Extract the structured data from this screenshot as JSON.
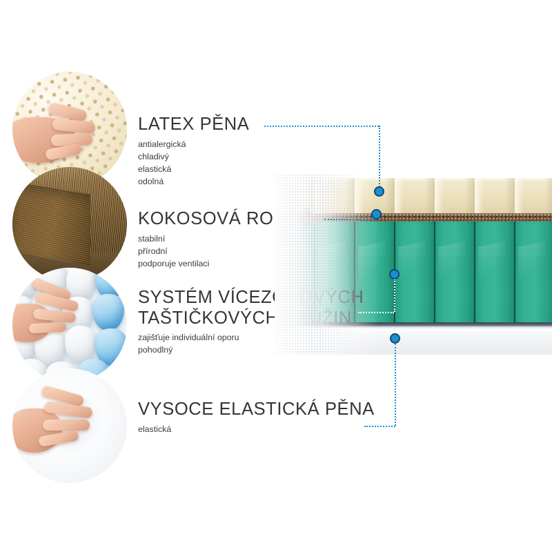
{
  "page": {
    "language": "cs",
    "background": "#ffffff",
    "accent_color": "#1a8fd1",
    "accent_ring_color": "#14497a"
  },
  "features": [
    {
      "id": "latex-pena",
      "title": "LATEX PĚNA",
      "bullets": [
        "antialergická",
        "chladivý",
        "elastická",
        "odolná"
      ],
      "photo_name": "latex-foam-photo",
      "photo_alt": "ruka na perforované latexové pěně"
    },
    {
      "id": "kokosova-rohoz",
      "title": "KOKOSOVÁ ROHOŽ",
      "bullets": [
        "stabilní",
        "přírodní",
        "podporuje ventilaci"
      ],
      "photo_name": "coconut-coir-photo",
      "photo_alt": "blok kokosové rohože"
    },
    {
      "id": "taskove-pruziny",
      "title_line1": "SYSTÉM VÍCEZÓNOVÝCH",
      "title_line2": "TAŠTIČKOVÝCH PRUŽIN",
      "bullets": [
        "zajišťuje individuální oporu",
        "pohodlný"
      ],
      "photo_name": "pocket-springs-photo",
      "photo_alt": "taštičkové pružiny v bílých a modrých kapsách"
    },
    {
      "id": "vysoce-elasticka-pena",
      "title": "VYSOCE ELASTICKÁ PĚNA",
      "bullets": [
        "elastická"
      ],
      "photo_name": "high-elastic-foam-photo",
      "photo_alt": "ruka na bílé vysoce elastické pěně"
    }
  ],
  "mattress": {
    "name": "mattress-cross-section",
    "layers": [
      {
        "id": "latex",
        "label": "LATEX PĚNA",
        "color": "#ece0bd"
      },
      {
        "id": "coir",
        "label": "KOKOSOVÁ ROHOŽ",
        "color": "#5d4128"
      },
      {
        "id": "springs",
        "label": "TAŠTIČKOVÉ PRUŽINY",
        "color": "#2cae8e"
      },
      {
        "id": "base",
        "label": "VYSOCE ELASTICKÁ PĚNA",
        "color": "#f4f5f7"
      }
    ],
    "spring_count": 7
  },
  "callouts": [
    {
      "id": "callout-latex",
      "target_layer": "latex"
    },
    {
      "id": "callout-coir",
      "target_layer": "coir"
    },
    {
      "id": "callout-springs",
      "target_layer": "springs"
    },
    {
      "id": "callout-base",
      "target_layer": "base"
    }
  ]
}
